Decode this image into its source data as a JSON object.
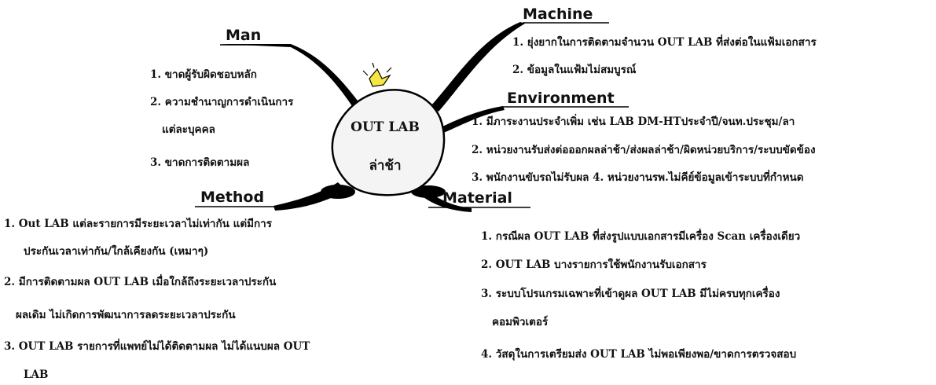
{
  "center": {
    "line1": "OUT LAB",
    "line2": "ล่าช้า"
  },
  "branches": {
    "man": {
      "title": "Man",
      "items": [
        "1. ขาดผู้รับผิดชอบหลัก",
        "2. ความชำนาญการดำเนินการ",
        "แต่ละบุคคล",
        "3. ขาดการติดตามผล"
      ]
    },
    "machine": {
      "title": "Machine",
      "items": [
        "1. ยุ่งยากในการติดตามจำนวน OUT LAB ที่ส่งต่อในแฟ้มเอกสาร",
        "2. ข้อมูลในแฟ้มไม่สมบูรณ์"
      ]
    },
    "environment": {
      "title": "Environment",
      "items": [
        "1. มีภาระงานประจำเพิ่ม เช่น  LAB DM-HTประจำปี/จนท.ประชุม/ลา",
        "2. หน่วยงานรับส่งต่อออกผลล่าช้า/ส่งผลล่าช้า/ผิดหน่วยบริการ/ระบบขัดข้อง",
        "3. พนักงานขับรถไม่รับผล 4. หน่วยงานรพ.ไม่คีย์ข้อมูลเข้าระบบที่กำหนด"
      ]
    },
    "method": {
      "title": "Method",
      "items": [
        "1. Out LAB แต่ละรายการมีระยะเวลาไม่เท่ากัน แต่มีการ",
        "ประกันเวลาเท่ากัน/ใกล้เคียงกัน (เหมาๆ)",
        "2. มีการติดตามผล OUT LAB เมื่อใกล้ถึงระยะเวลาประกัน",
        "ผลเดิม ไม่เกิดการพัฒนาการลดระยะเวลาประกัน",
        "3. OUT LAB รายการที่แพทย์ไม่ได้ติดตามผล ไม่ได้แนบผล OUT",
        "LAB"
      ]
    },
    "material": {
      "title": "Material",
      "items": [
        "1. กรณีผล OUT LAB ที่ส่งรูปแบบเอกสารมีเครื่อง Scan เครื่องเดียว",
        "2. OUT LAB บางรายการใช้พนักงานรับเอกสาร",
        "3. ระบบโปรแกรมเฉพาะที่เข้าดูผล OUT LAB มีไม่ครบทุกเครื่อง",
        "คอมพิวเตอร์",
        "4. วัสดุในการเตรียมส่ง OUT LAB ไม่พอเพียงพอ/ขาดการตรวจสอบ"
      ]
    }
  },
  "colors": {
    "ink": "#000000",
    "bulb_fill": "#f4f4f4",
    "spark": "#f5e642"
  }
}
